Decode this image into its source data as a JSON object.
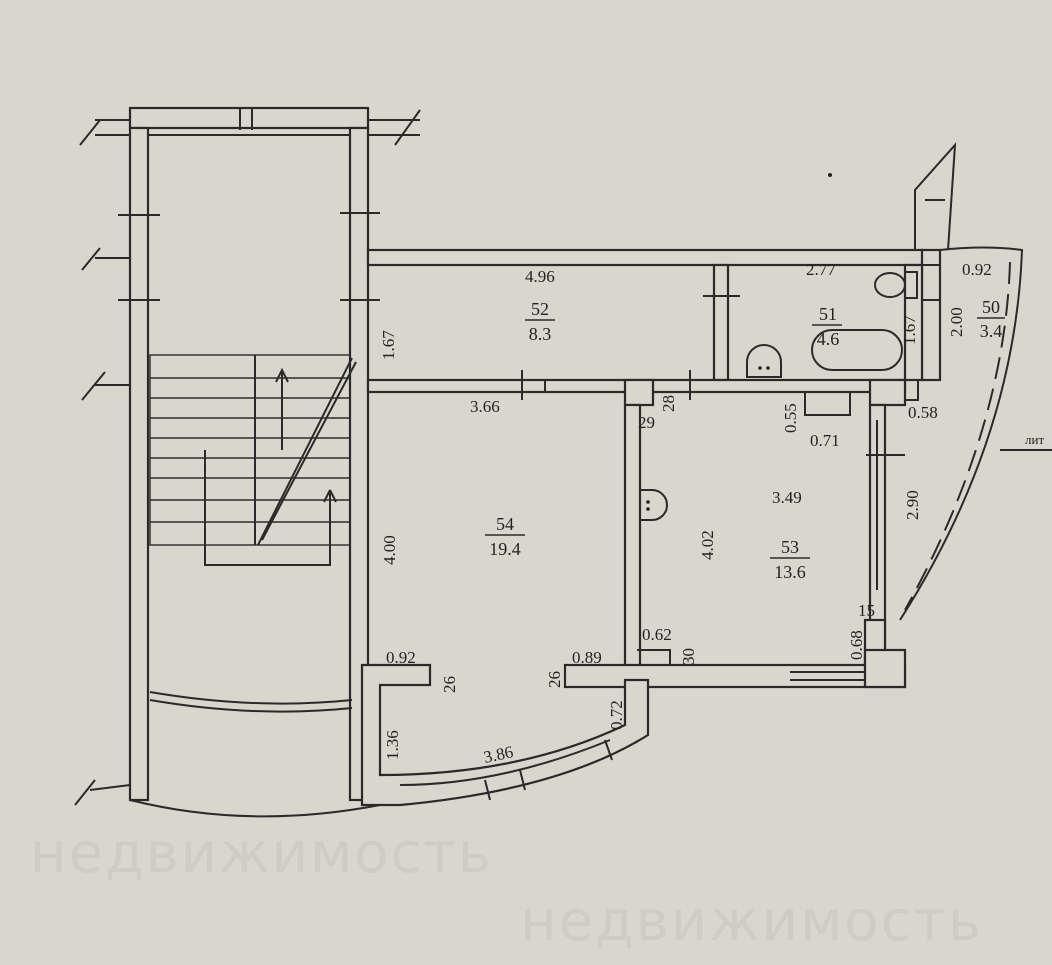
{
  "watermark": [
    "недвижимость",
    "недвижимость"
  ],
  "rooms": [
    {
      "number": "52",
      "area": "8.3"
    },
    {
      "number": "51",
      "area": "4.6"
    },
    {
      "number": "50",
      "area": "3.4"
    },
    {
      "number": "54",
      "area": "19.4"
    },
    {
      "number": "53",
      "area": "13.6"
    }
  ],
  "dimensions": {
    "r52_width": "4.96",
    "r52_height": "1.67",
    "r51_width": "2.77",
    "r51_height": "1.67",
    "r50_width": "0.92",
    "r50_height": "2.00",
    "corner_058": "0.58",
    "r54_width": "3.66",
    "r54_height": "4.00",
    "wall_29": "29",
    "wall_28": "28",
    "niche_055": "0.55",
    "niche_071": "0.71",
    "r53_width": "3.49",
    "r53_height": "4.02",
    "window_290": "2.90",
    "wall_15": "15",
    "r53_068": "0.68",
    "r53_062": "0.62",
    "wall_30": "30",
    "bay_092": "0.92",
    "wall_26a": "26",
    "wall_26b": "26",
    "bay_089": "0.89",
    "bay_136": "1.36",
    "bay_386": "3.86",
    "bay_072": "0.72"
  },
  "callout": "лит"
}
